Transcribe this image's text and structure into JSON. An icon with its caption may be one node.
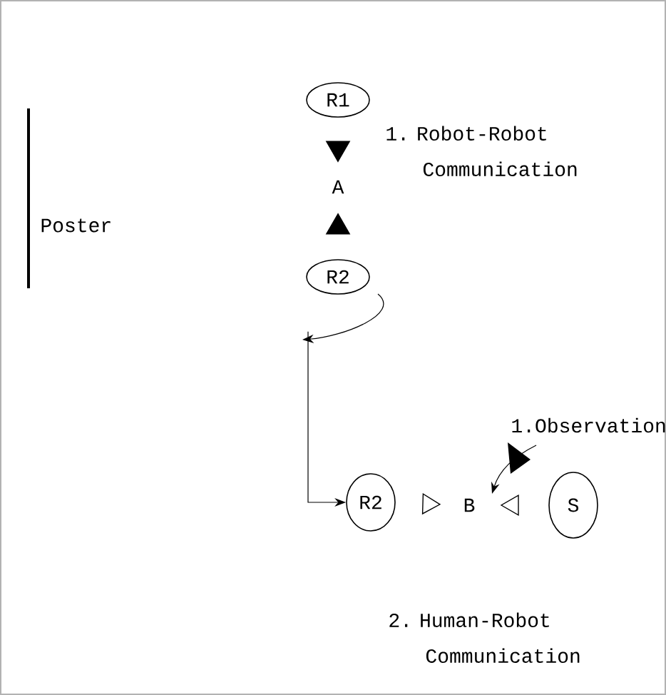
{
  "diagram": {
    "nodes": [
      {
        "text": [
          "R1"
        ]
      },
      {
        "text": [
          "A"
        ]
      },
      {
        "text": [
          "R2"
        ]
      },
      {
        "text": [
          "R2"
        ]
      },
      {
        "text": [
          "B"
        ]
      },
      {
        "text": [
          "S"
        ]
      }
    ],
    "edges": [
      {
        "from": 0,
        "to": 1,
        "arrow": "to",
        "style": "thick"
      },
      {
        "from": 2,
        "to": 1,
        "arrow": "to",
        "style": "thick"
      },
      {
        "from": 2,
        "to": 3,
        "arrow": "to"
      },
      {
        "from": 3,
        "to": 4,
        "arrow": "to"
      },
      {
        "from": 5,
        "to": 4,
        "arrow": "to"
      }
    ],
    "labels": [
      "Poster",
      "1. Robot-Robot Communication",
      "1.Observation",
      "2. Human-Robot Communication"
    ]
  }
}
